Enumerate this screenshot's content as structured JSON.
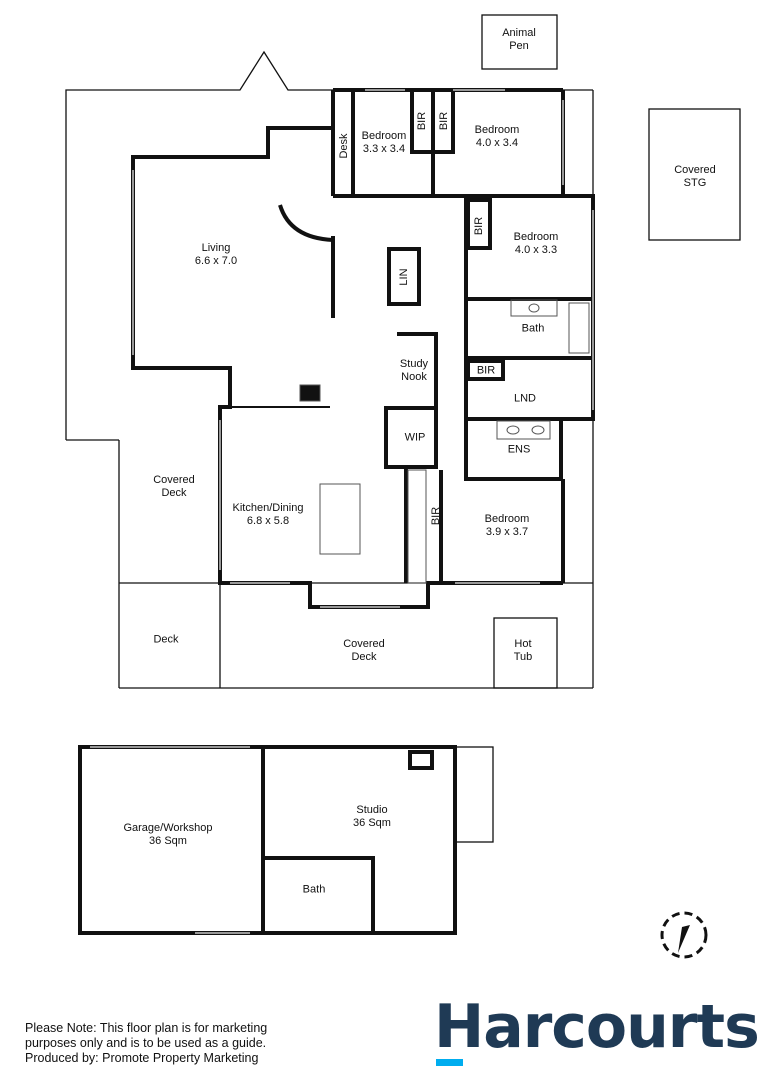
{
  "floorplan": {
    "main_house": {
      "rooms": [
        {
          "id": "bedroom1",
          "name": "Bedroom",
          "size": "3.3 x 3.4"
        },
        {
          "id": "bedroom2",
          "name": "Bedroom",
          "size": "4.0 x 3.4"
        },
        {
          "id": "bedroom3",
          "name": "Bedroom",
          "size": "4.0 x 3.3"
        },
        {
          "id": "bedroom4",
          "name": "Bedroom",
          "size": "3.9 x 3.7"
        },
        {
          "id": "living",
          "name": "Living",
          "size": "6.6 x 7.0"
        },
        {
          "id": "kitchen",
          "name": "Kitchen/Dining",
          "size": "6.8 x 5.8"
        },
        {
          "id": "study",
          "name": "Study\nNook",
          "size": ""
        },
        {
          "id": "wip",
          "name": "WIP",
          "size": ""
        },
        {
          "id": "bath",
          "name": "Bath",
          "size": ""
        },
        {
          "id": "lnd",
          "name": "LND",
          "size": ""
        },
        {
          "id": "ens",
          "name": "ENS",
          "size": ""
        },
        {
          "id": "lin",
          "name": "LIN",
          "size": ""
        },
        {
          "id": "desk",
          "name": "Desk",
          "size": ""
        },
        {
          "id": "bir1",
          "name": "BIR",
          "size": ""
        },
        {
          "id": "bir2",
          "name": "BIR",
          "size": ""
        },
        {
          "id": "bir3",
          "name": "BIR",
          "size": ""
        },
        {
          "id": "bir4",
          "name": "BIR",
          "size": ""
        },
        {
          "id": "bir5",
          "name": "BIR",
          "size": ""
        }
      ],
      "outdoor": [
        {
          "id": "covered_deck_w",
          "name": "Covered\nDeck"
        },
        {
          "id": "deck",
          "name": "Deck"
        },
        {
          "id": "covered_deck_s",
          "name": "Covered\nDeck"
        },
        {
          "id": "hot_tub",
          "name": "Hot\nTub"
        },
        {
          "id": "animal_pen",
          "name": "Animal\nPen"
        },
        {
          "id": "covered_stg",
          "name": "Covered\nSTG"
        }
      ]
    },
    "outbuilding": {
      "rooms": [
        {
          "id": "garage",
          "name": "Garage/Workshop",
          "size": "36 Sqm"
        },
        {
          "id": "studio",
          "name": "Studio",
          "size": "36 Sqm"
        },
        {
          "id": "studio_bath",
          "name": "Bath",
          "size": ""
        }
      ]
    }
  },
  "footer": {
    "note_line1": "Please Note: This floor plan is for marketing",
    "note_line2": "purposes only and is to be used as a guide.",
    "note_line3": "Produced by: Promote Property Marketing",
    "brand": "Harcourts",
    "brand_color": "#1f3a55",
    "brand_accent": "#00adef"
  }
}
